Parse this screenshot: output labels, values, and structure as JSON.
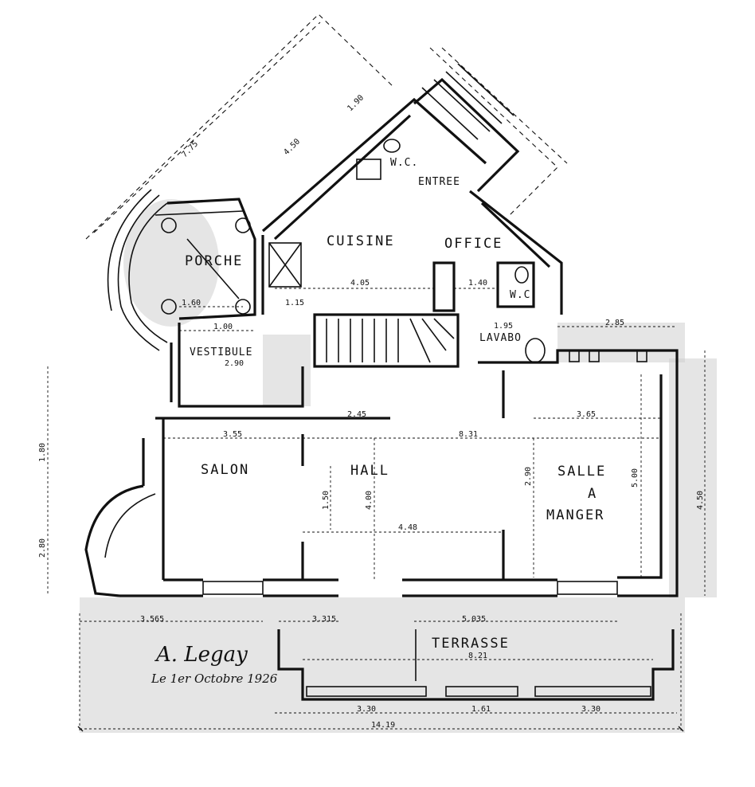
{
  "rooms": {
    "porche": "PORCHE",
    "cuisine": "CUISINE",
    "office": "OFFICE",
    "entree": "ENTREE",
    "wc_top": "W.C.",
    "wc_right": "W.C",
    "lavabo": "LAVABO",
    "vestibule": "VESTIBULE",
    "salon": "SALON",
    "hall": "HALL",
    "salle": "SALLE",
    "a": "A",
    "manger": "MANGER",
    "terrasse": "TERRASSE"
  },
  "dimensions": {
    "d775": "7.75",
    "d450": "4.50",
    "d190": "1.90",
    "d405": "4.05",
    "d140": "1.40",
    "d195": "1.95",
    "d285": "2.85",
    "d290": "2.90",
    "d160": "1.60",
    "d115": "1.15",
    "d100": "1.00",
    "d355": "3.55",
    "d831": "8.31",
    "d365": "3.65",
    "d245": "2.45",
    "d150": "1.50",
    "d448": "4.48",
    "d3565": "3.565",
    "d3315": "3.315",
    "d5035": "5.035",
    "d821": "8.21",
    "d330a": "3.30",
    "d161": "1.61",
    "d330b": "3.30",
    "d1419": "14.19",
    "d180": "1.80",
    "d280": "2.80",
    "d500": "5.00",
    "d450r": "4.50",
    "d400": "4.00",
    "d290b": "2.90"
  },
  "signature": {
    "name": "A. Legay",
    "date": "Le 1er Octobre 1926"
  }
}
